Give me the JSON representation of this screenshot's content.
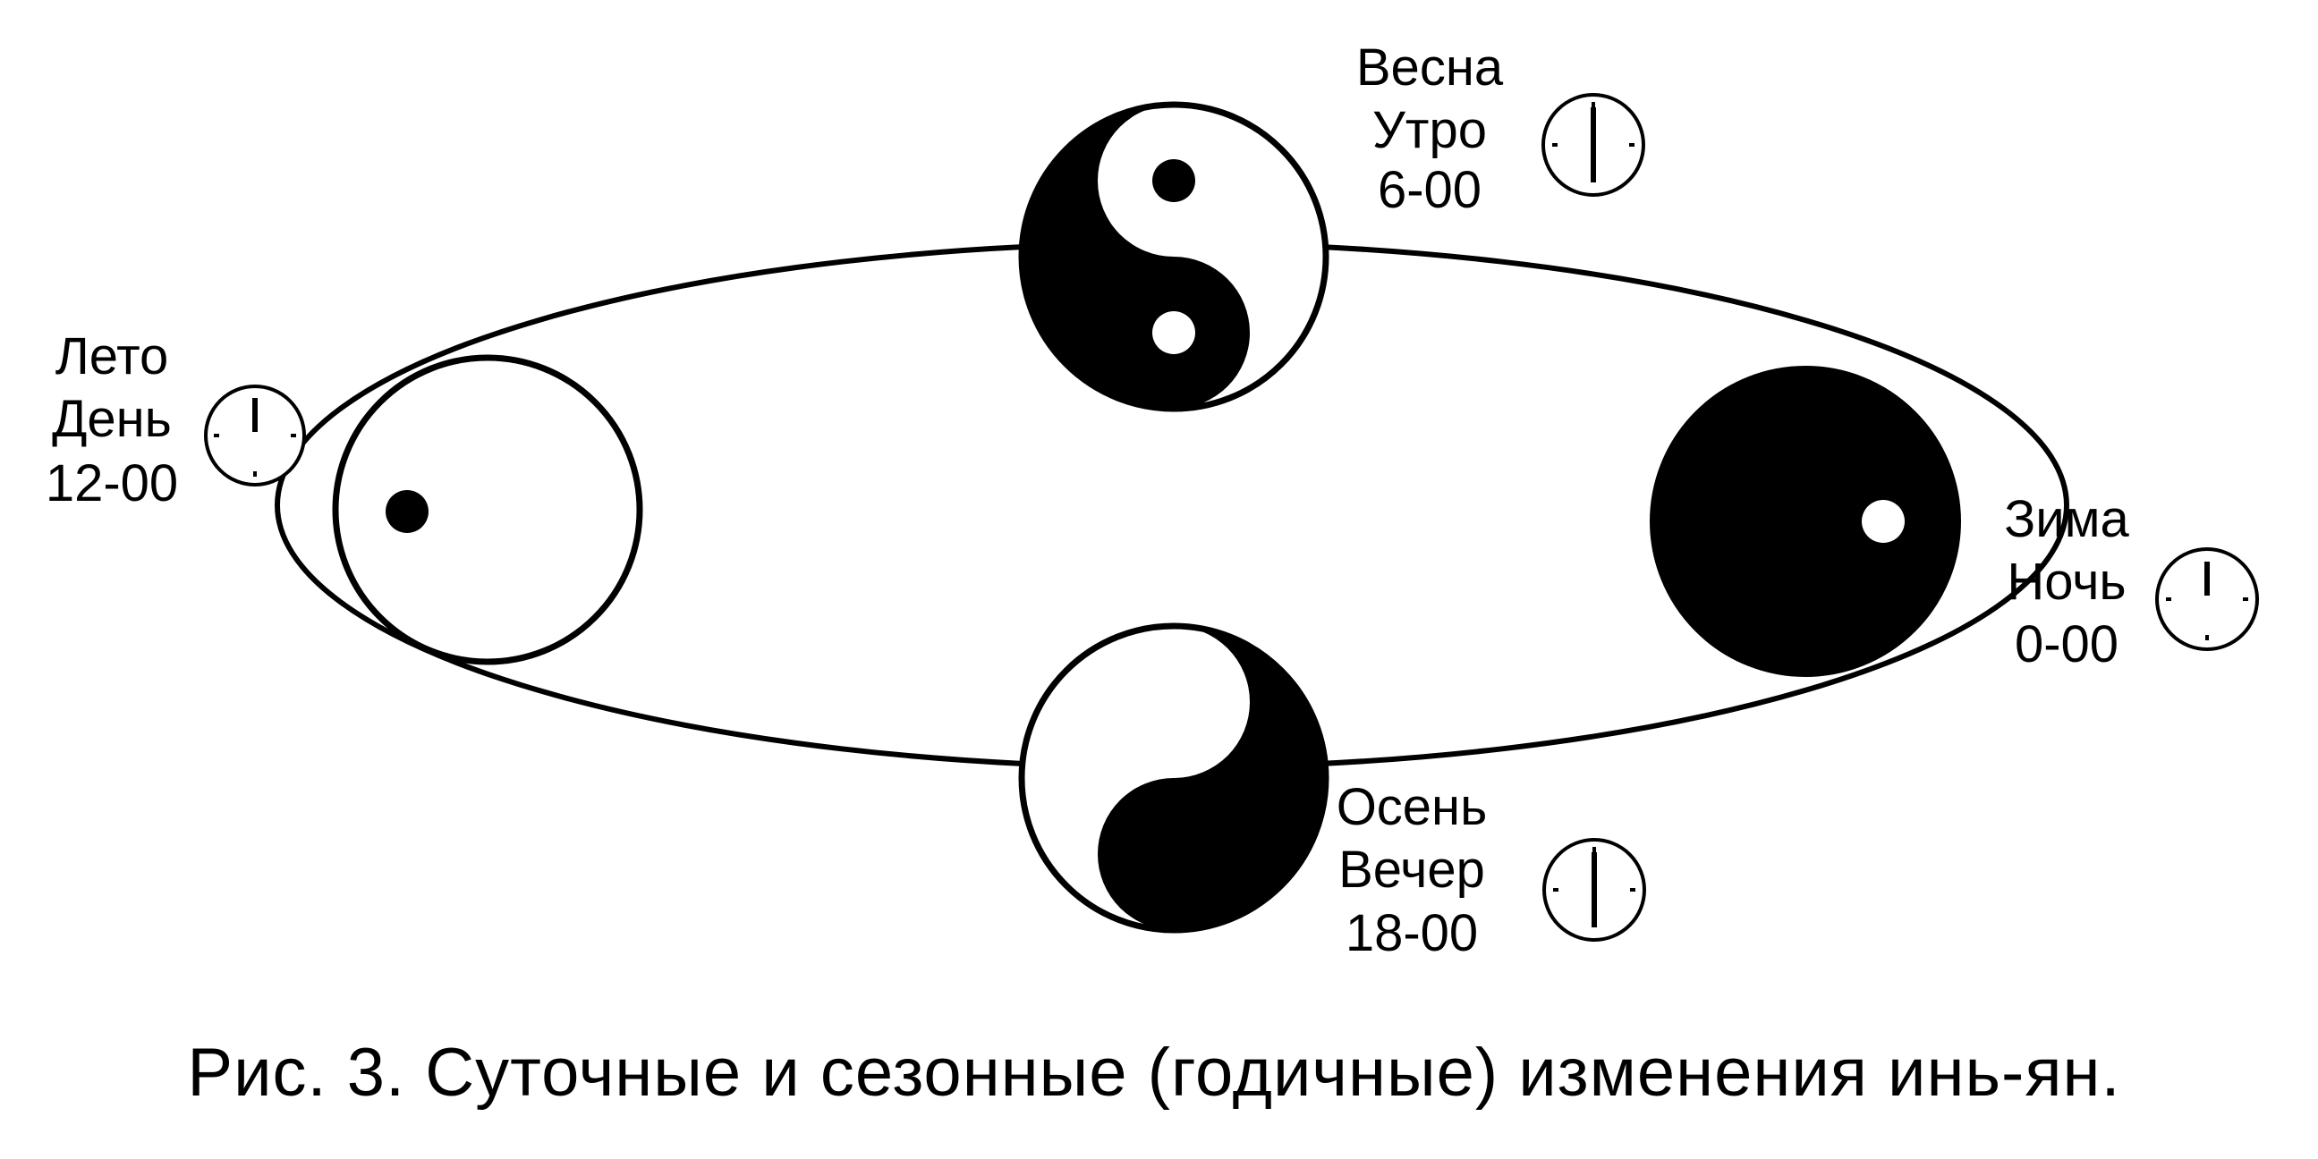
{
  "colors": {
    "ink": "#000000",
    "paper": "#ffffff"
  },
  "states": {
    "summer": {
      "season": "Лето",
      "time_of_day": "День",
      "time": "12-00",
      "symbol": "white-circle-icon"
    },
    "spring": {
      "season": "Весна",
      "time_of_day": "Утро",
      "time": "6-00",
      "symbol": "yin-yang-icon"
    },
    "winter": {
      "season": "Зима",
      "time_of_day": "Ночь",
      "time": "0-00",
      "symbol": "black-circle-icon"
    },
    "autumn": {
      "season": "Осень",
      "time_of_day": "Вечер",
      "time": "18-00",
      "symbol": "yin-yang-icon"
    }
  },
  "clock_icon": "clock-icon",
  "caption": "Рис. 3. Суточные и сезонные (годичные) изменения инь-ян."
}
